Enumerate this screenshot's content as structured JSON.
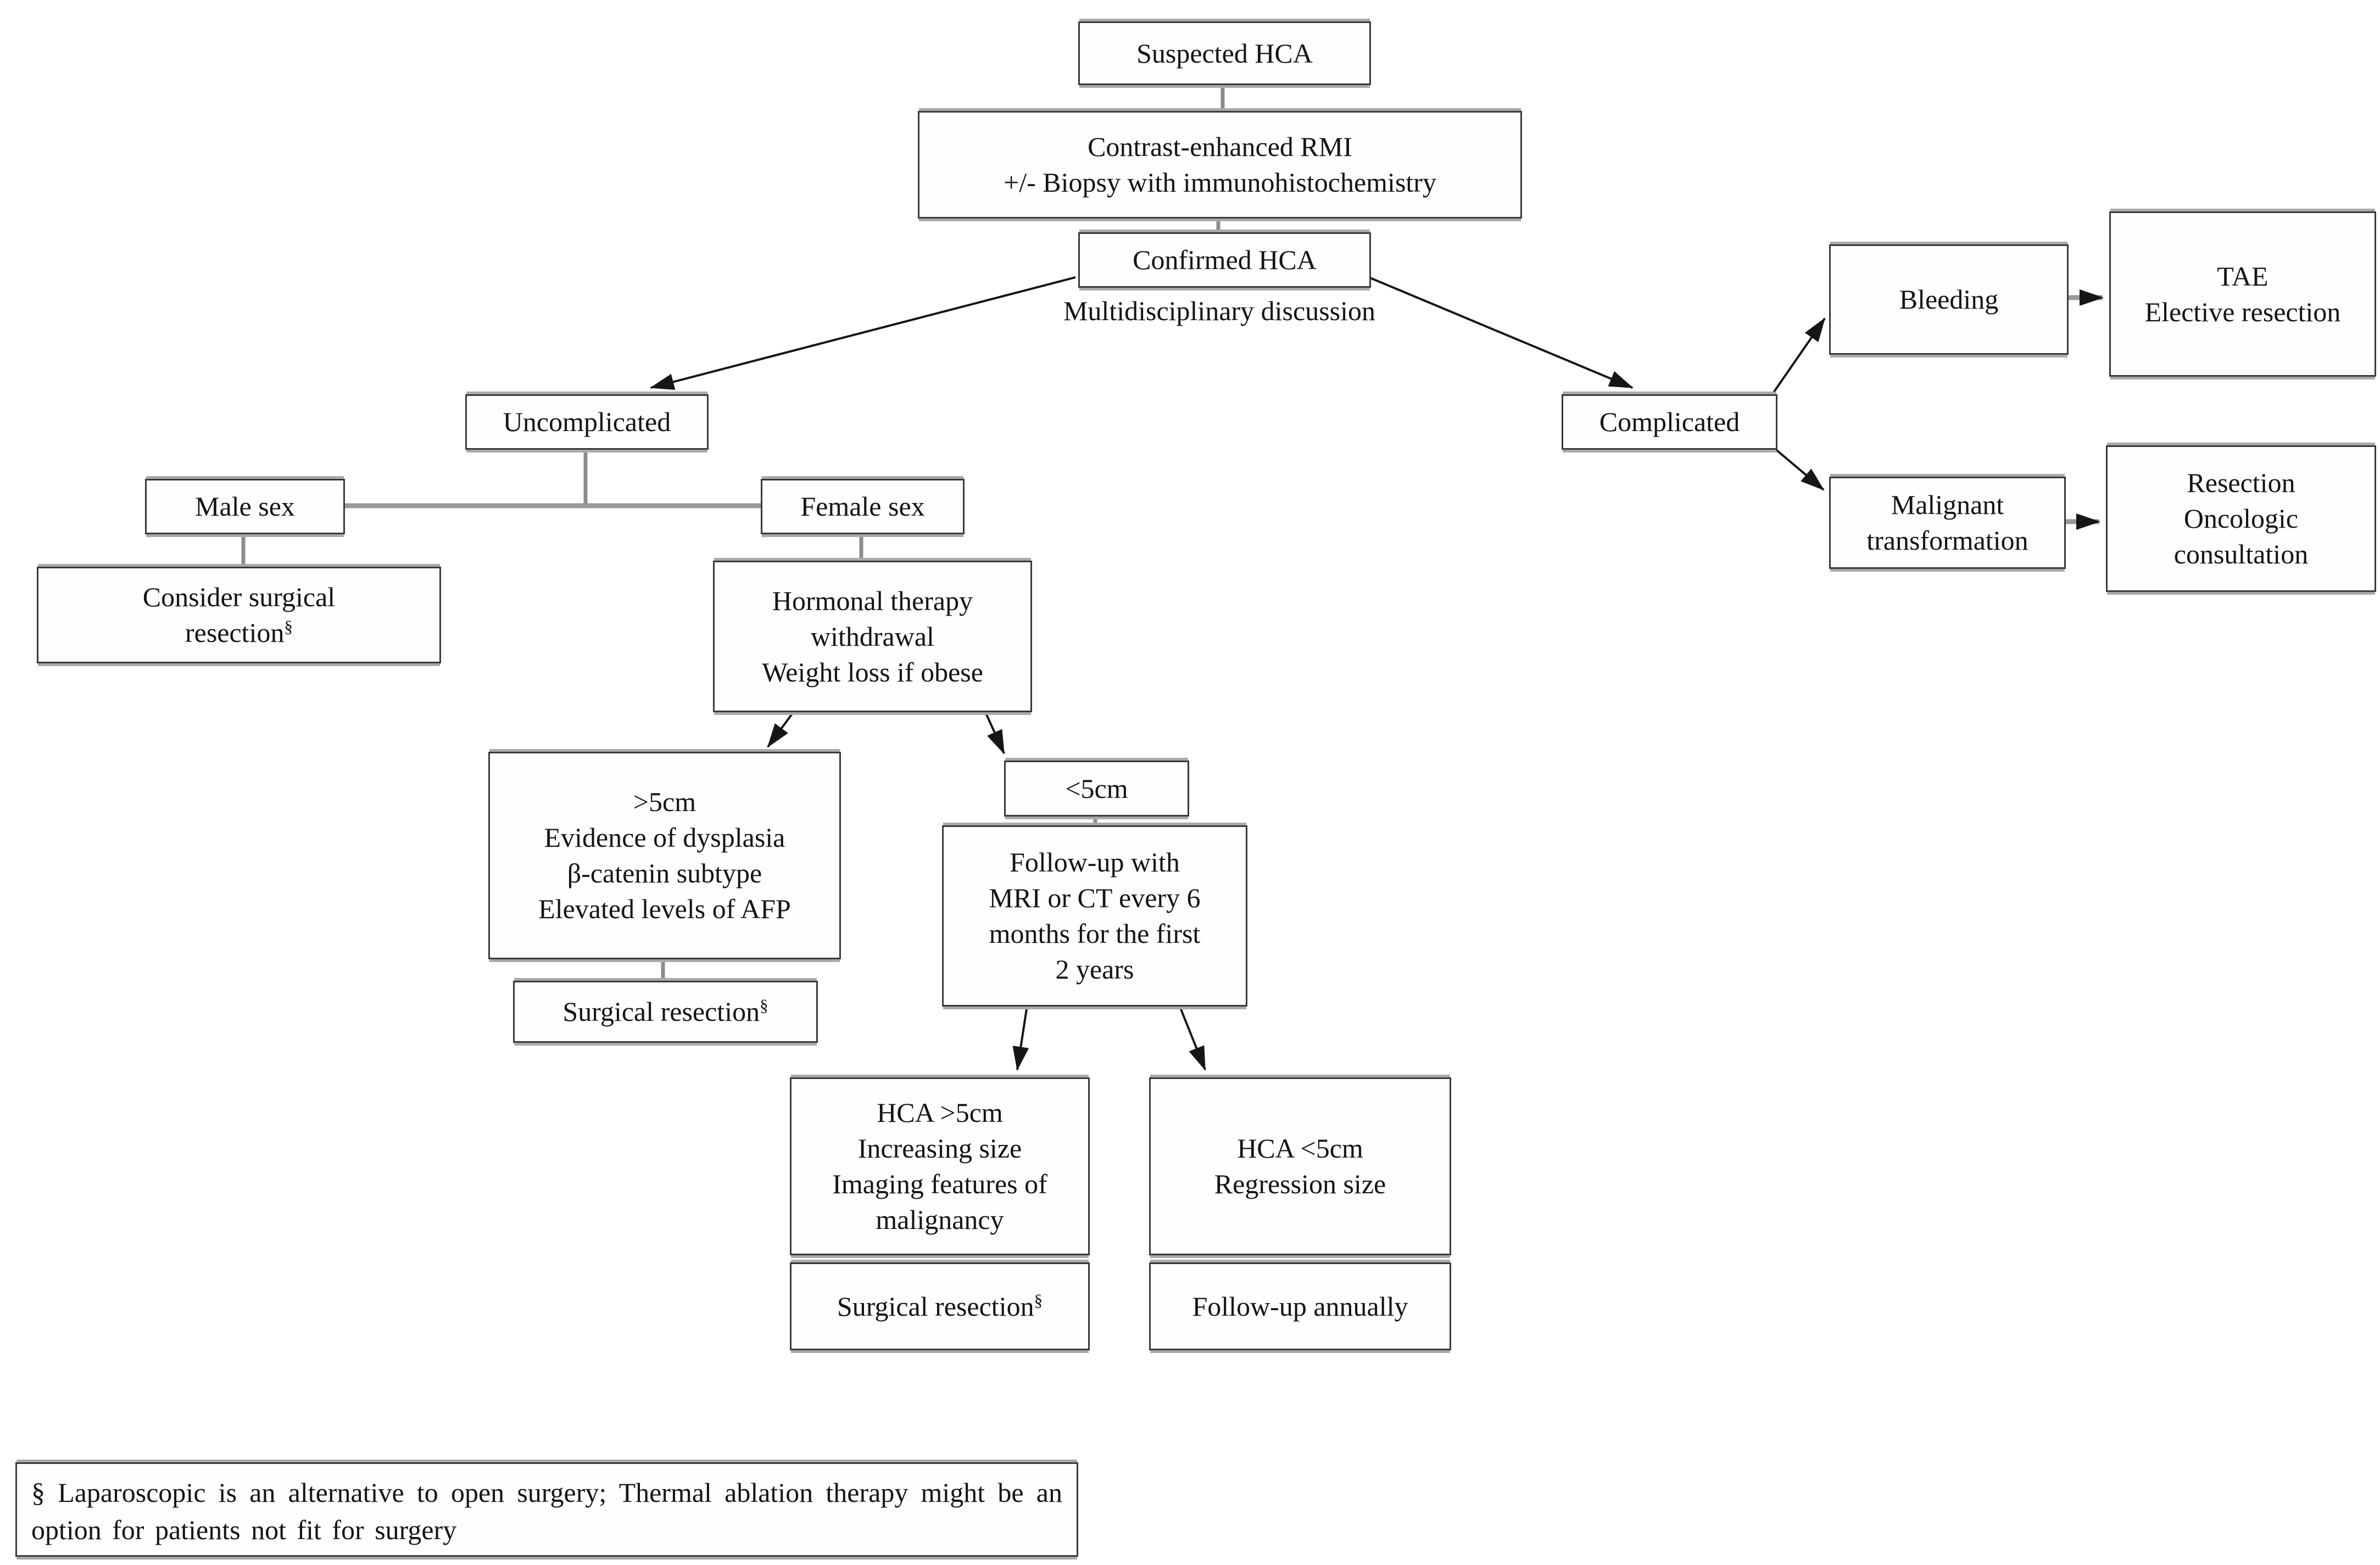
{
  "style": {
    "background": "#ffffff",
    "box_border": "#3a3a3a",
    "scan_shadow_gray": "#a9a9a9",
    "connector_gray": "#8c8c8c",
    "arrow_black": "#161616",
    "text_color": "#141414"
  },
  "diagram": {
    "nodes": {
      "suspected": {
        "label": "Suspected HCA"
      },
      "imaging": {
        "label": "Contrast-enhanced RMI\n+/- Biopsy with immunohistochemistry"
      },
      "confirmed": {
        "label": "Confirmed HCA"
      },
      "discussion": {
        "label": "Multidisciplinary discussion"
      },
      "uncomplicated": {
        "label": "Uncomplicated"
      },
      "male_sex": {
        "label": "Male sex"
      },
      "female_sex": {
        "label": "Female sex"
      },
      "consider_resection": {
        "label": "Consider surgical\nresection",
        "sup": "§"
      },
      "hormonal": {
        "label": "Hormonal therapy\nwithdrawal\nWeight loss if obese"
      },
      "gt5cm": {
        "label": ">5cm\nEvidence of dysplasia\nβ-catenin subtype\nElevated levels of AFP"
      },
      "surgical_resection_1": {
        "label": "Surgical resection",
        "sup": "§"
      },
      "lt5cm": {
        "label": "<5cm"
      },
      "followup_6mo": {
        "label": "Follow-up with\nMRI or CT every 6\nmonths for the first\n2 years"
      },
      "hca_gt5": {
        "label": "HCA >5cm\nIncreasing size\nImaging features of\nmalignancy"
      },
      "surgical_resection_2": {
        "label": "Surgical resection",
        "sup": "§"
      },
      "hca_lt5": {
        "label": "HCA <5cm\nRegression size"
      },
      "followup_annually": {
        "label": "Follow-up annually"
      },
      "complicated": {
        "label": "Complicated"
      },
      "bleeding": {
        "label": "Bleeding"
      },
      "tae": {
        "label": "TAE\nElective resection"
      },
      "malignant": {
        "label": "Malignant\ntransformation"
      },
      "resection_oncologic": {
        "label": "Resection\nOncologic\nconsultation"
      },
      "footnote": {
        "label": "§ Laparoscopic is an alternative to open surgery; Thermal ablation therapy might be an option for patients not fit for surgery"
      }
    }
  }
}
